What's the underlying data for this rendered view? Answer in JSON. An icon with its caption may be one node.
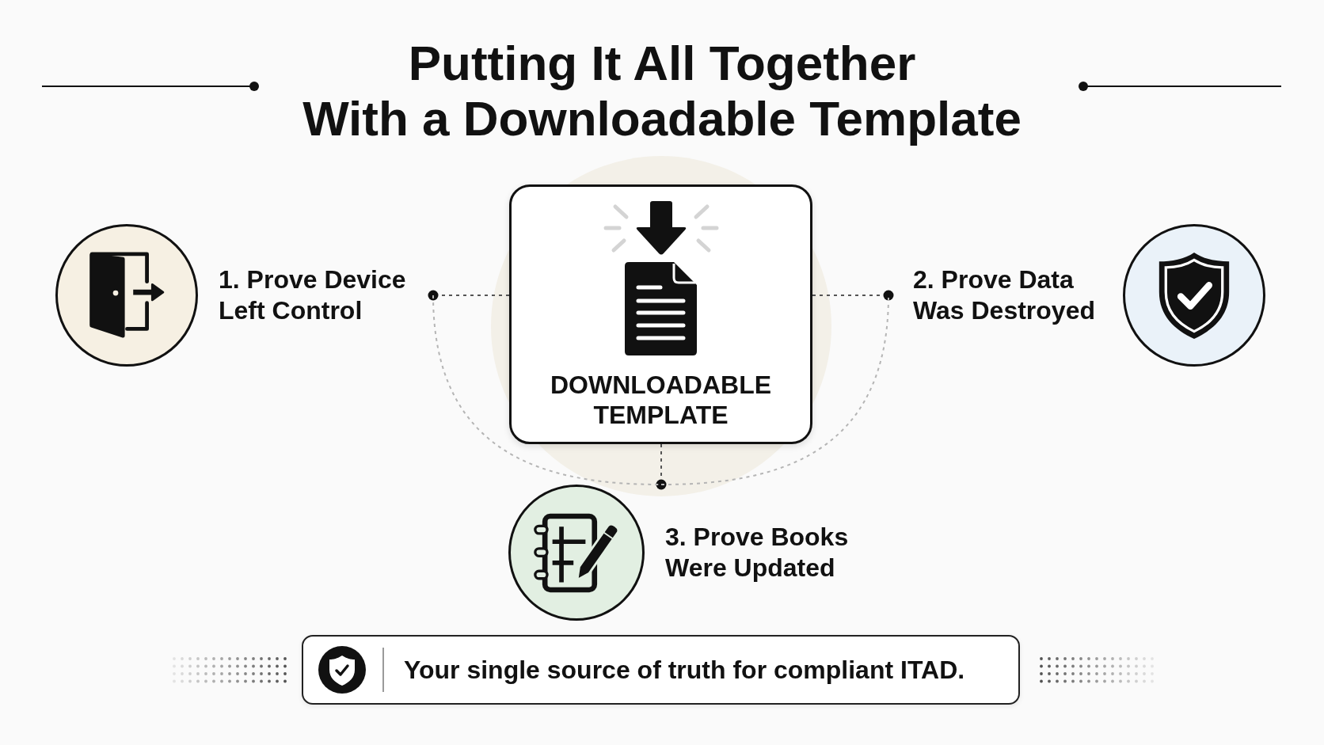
{
  "diagram": {
    "title": "Putting It All Together With a Downloadable Template",
    "nodes": [
      {
        "text": [
          "DOWNLOADABLE TEMPLATE"
        ]
      },
      {
        "text": [
          "1. Prove Device Left Control"
        ]
      },
      {
        "text": [
          "2. Prove Data Was Destroyed"
        ]
      },
      {
        "text": [
          "3. Prove Books Were Updated"
        ]
      },
      {
        "text": [
          "Your single source of truth for compliant ITAD."
        ]
      }
    ],
    "edges": [
      {
        "from": 0,
        "to": 1,
        "arrow": "other",
        "style": "dashed"
      },
      {
        "from": 0,
        "to": 2,
        "arrow": "other",
        "style": "dashed"
      },
      {
        "from": 0,
        "to": 3,
        "arrow": "other",
        "style": "dashed"
      },
      {
        "from": 1,
        "to": 3,
        "arrow": "none",
        "style": "dashed",
        "color": "#b5b5b5"
      },
      {
        "from": 3,
        "to": 2,
        "arrow": "none",
        "style": "dashed",
        "color": "#b5b5b5"
      }
    ]
  }
}
